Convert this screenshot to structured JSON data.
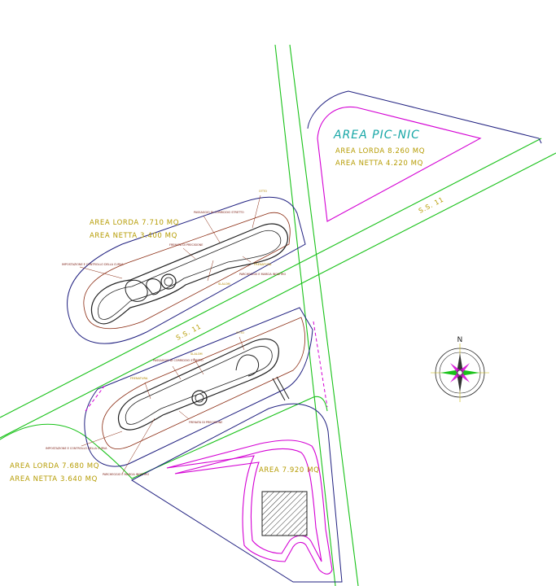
{
  "colors": {
    "road": "#19c219",
    "boundary": "#202080",
    "picnic": "#d400d4",
    "track": "#202020",
    "contour": "#8a2a10",
    "text_yellow": "#b59b00",
    "text_teal": "#18a7a7"
  },
  "picnic": {
    "title": "AREA PIC-NIC",
    "lorda": "AREA LORDA 8.260 MQ",
    "netta": "AREA NETTA 4.220 MQ"
  },
  "road_labels": [
    "S.S. 11",
    "S.S. 11"
  ],
  "upper_track": {
    "lorda": "AREA LORDA 7.710 MQ",
    "netta": "AREA NETTA 3.400 MQ",
    "annotations": [
      "OTTO",
      "PASSAGGIO DI CORRIDOIO STRETTO",
      "FRENATA DI PRECISIONE",
      "FRENATURA",
      "IMPOSTAZIONE E CONTROLLO DELLA CURVA",
      "PARCHEGGIO E MARCIA INDIETRO",
      "SLALOM"
    ]
  },
  "lower_track": {
    "lorda": "AREA LORDA 7.680 MQ",
    "netta": "AREA NETTA 3.640 MQ",
    "annotations": [
      "OTTO",
      "SLALOM",
      "PASSAGGIO DI CORRIDOIO STRETTO",
      "FRENATURA",
      "FRENATA DI PRECISIONE",
      "IMPOSTAZIONE E CONTROLLO DELLA CURVA",
      "PARCHEGGIO E MARCIA INDIETRO"
    ]
  },
  "parking_area": {
    "label": "AREA 7.920 MQ"
  },
  "compass": {
    "north": "N",
    "icon": "compass-rose-icon"
  }
}
